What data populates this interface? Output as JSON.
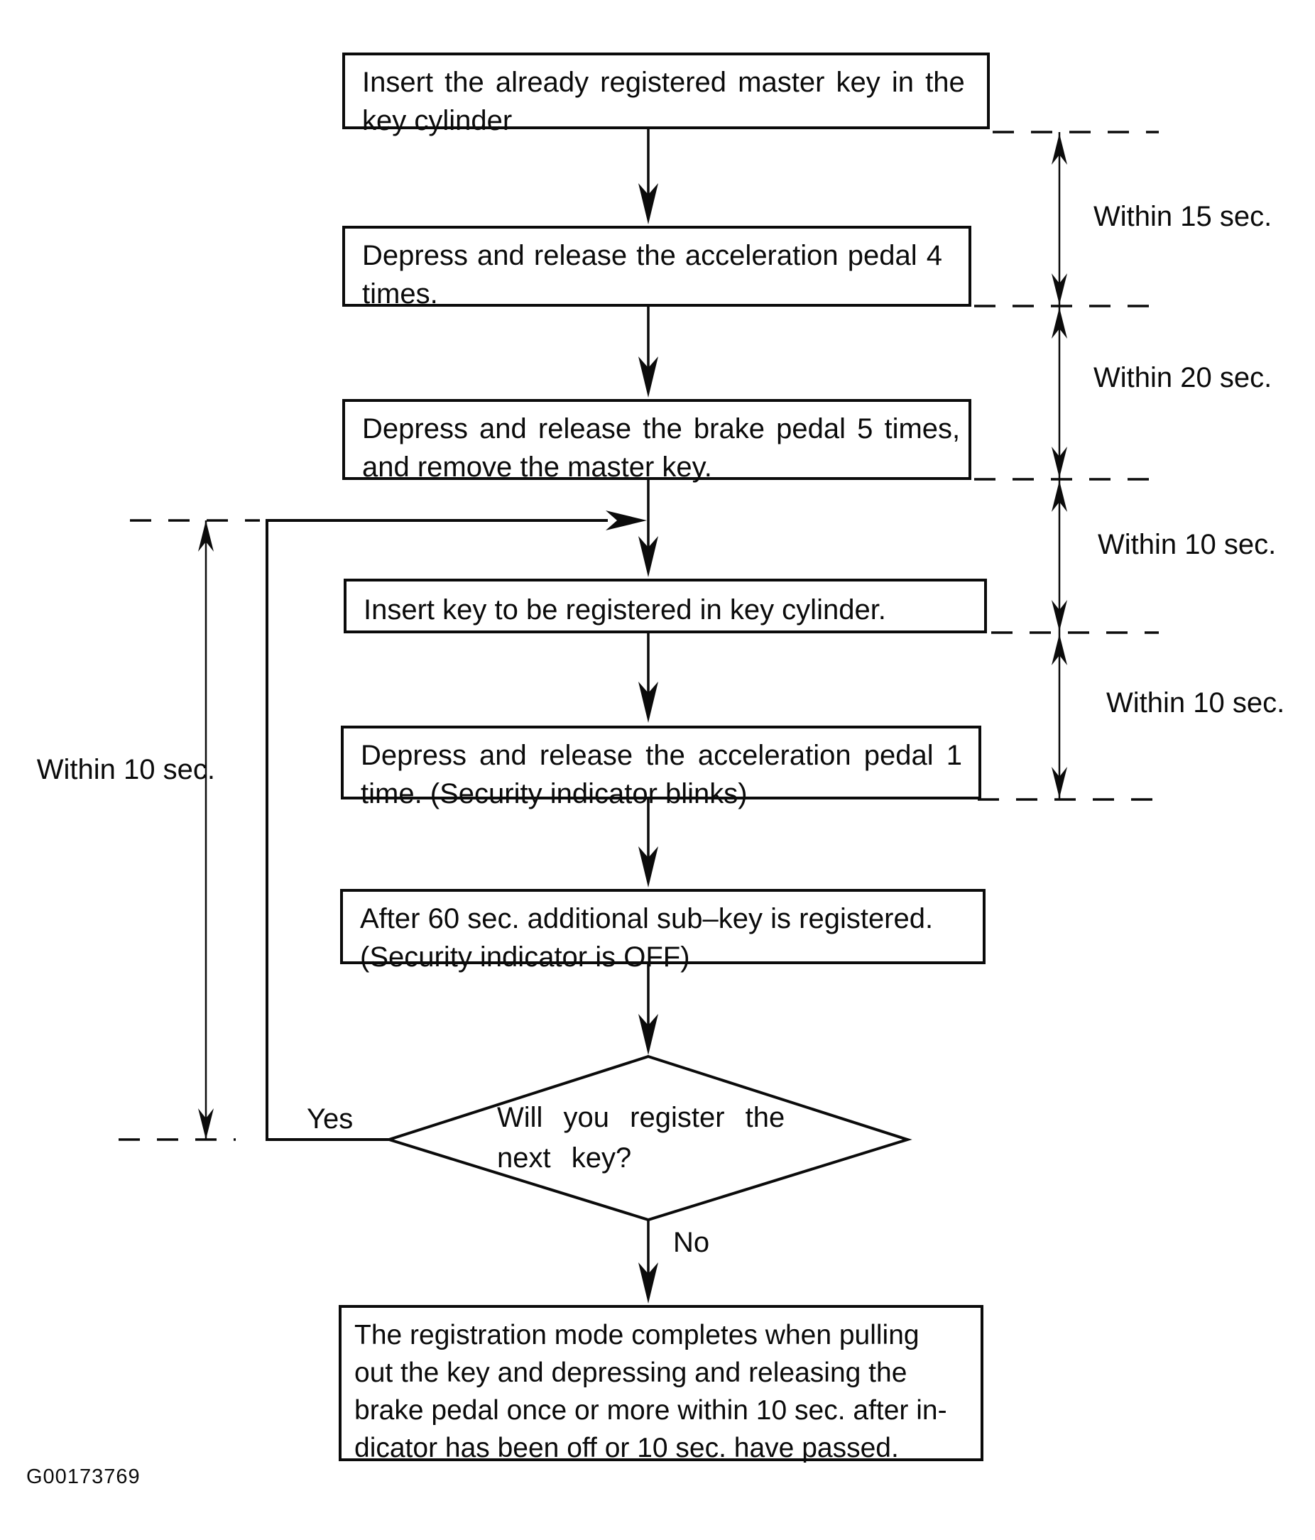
{
  "figure": {
    "code": "G00173769"
  },
  "palette": {
    "ink": "#0b0b0b",
    "paper": "#ffffff"
  },
  "steps": [
    {
      "id": "insert-master-key",
      "lines": [
        "Insert the already registered master key in the",
        "key cylinder"
      ]
    },
    {
      "id": "accel-pedal-4-times",
      "lines": [
        "Depress and release the acceleration pedal 4",
        "times."
      ]
    },
    {
      "id": "brake-pedal-5-times-remove-key",
      "lines": [
        "Depress and release the brake pedal 5 times,",
        "and remove the master key."
      ]
    },
    {
      "id": "insert-key-to-be-registered",
      "lines": [
        "Insert key to be registered in key cylinder."
      ]
    },
    {
      "id": "accel-pedal-1-time",
      "lines": [
        "Depress and release the acceleration pedal 1",
        "time. (Security indicator blinks)"
      ]
    },
    {
      "id": "sub-key-registered",
      "lines": [
        "After 60 sec. additional sub–key is registered.",
        "(Security indicator is OFF)"
      ]
    },
    {
      "id": "registration-complete",
      "lines": [
        "The registration mode completes when pulling",
        "out the key and depressing and releasing the",
        "brake pedal once or more within 10 sec. after in-",
        "dicator has been off or 10 sec. have passed."
      ]
    }
  ],
  "decision": {
    "lines": [
      "Will you register the",
      "next key?"
    ],
    "yes_label": "Yes",
    "no_label": "No"
  },
  "timing_labels": {
    "right_15": "Within 15 sec.",
    "right_20": "Within 20 sec.",
    "right_10a": "Within 10 sec.",
    "right_10b": "Within 10 sec.",
    "left_10": "Within 10 sec."
  }
}
